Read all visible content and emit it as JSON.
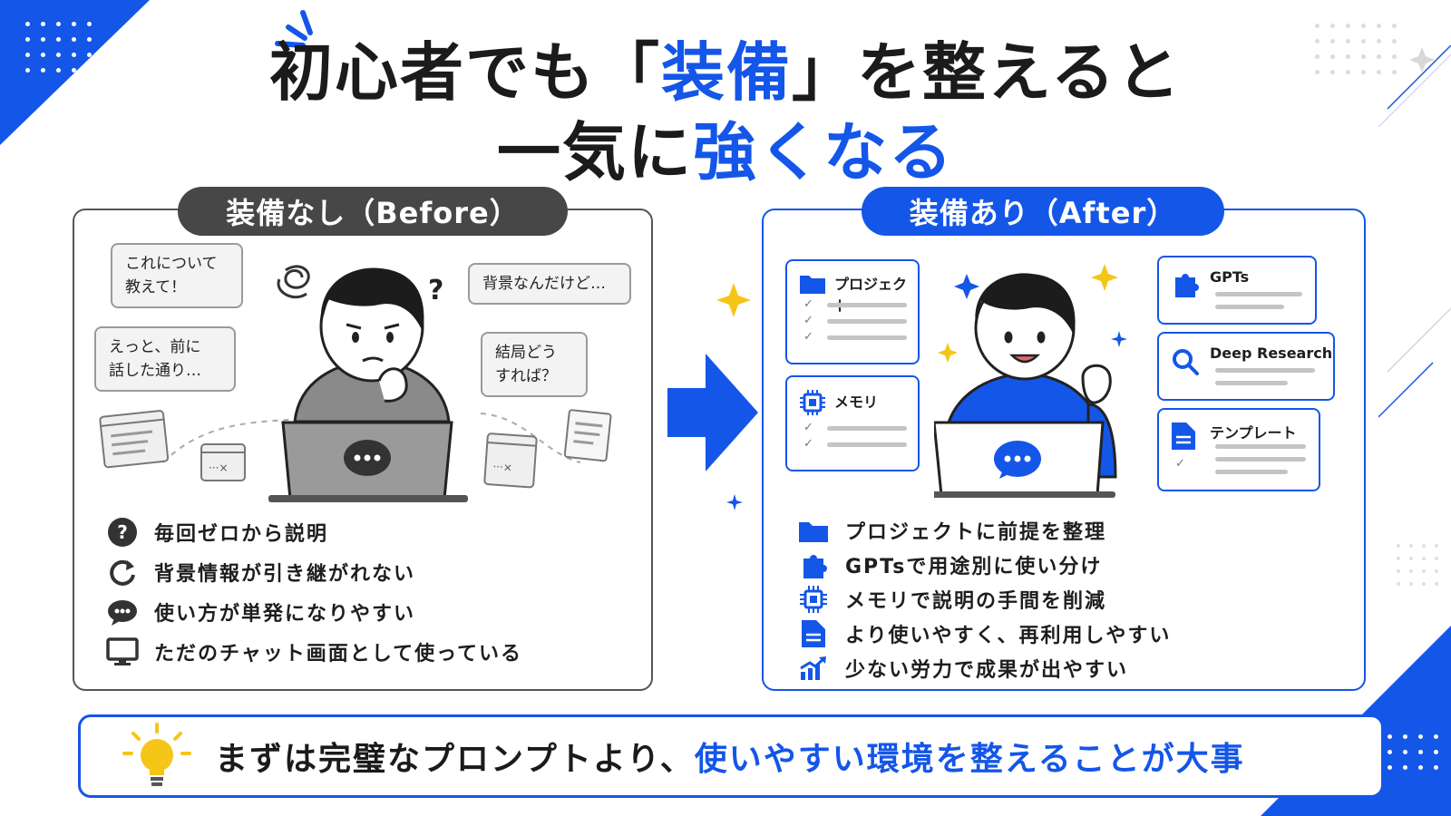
{
  "title": {
    "line1_a": "初心者でも「",
    "line1_b": "装備",
    "line1_c": "」を整えると",
    "line2_a": "一気に",
    "line2_b": "強くなる"
  },
  "before": {
    "label": "装備なし（Before）",
    "bubbles": [
      "これについて\n教えて！",
      "背景なんだけど…",
      "えっと、前に\n話した通り…",
      "結局どう\nすれば？"
    ],
    "question_mark": "?",
    "items": [
      {
        "icon": "question-circle-icon",
        "text": "毎回ゼロから説明"
      },
      {
        "icon": "refresh-icon",
        "text": "背景情報が引き継がれない"
      },
      {
        "icon": "chat-bubble-icon",
        "text": "使い方が単発になりやすい"
      },
      {
        "icon": "monitor-icon",
        "text": "ただのチャット画面として使っている"
      }
    ]
  },
  "after": {
    "label": "装備あり（After）",
    "cards": {
      "project": "プロジェクト",
      "memory": "メモリ",
      "gpts": "GPTs",
      "deep_research": "Deep Research",
      "template": "テンプレート"
    },
    "items": [
      {
        "icon": "folder-icon",
        "text": "プロジェクトに前提を整理"
      },
      {
        "icon": "puzzle-icon",
        "text": "GPTsで用途別に使い分け"
      },
      {
        "icon": "chip-icon",
        "text": "メモリで説明の手間を削減"
      },
      {
        "icon": "document-icon",
        "text": "より使いやすく、再利用しやすい"
      },
      {
        "icon": "growth-chart-icon",
        "text": "少ない労力で成果が出やすい"
      }
    ]
  },
  "banner": {
    "text_a": "まずは完璧なプロンプトより、",
    "text_b": "使いやすい環境を整えることが大事"
  },
  "colors": {
    "accent": "#1456e8",
    "dark": "#474747",
    "sparkle": "#f5c518"
  }
}
